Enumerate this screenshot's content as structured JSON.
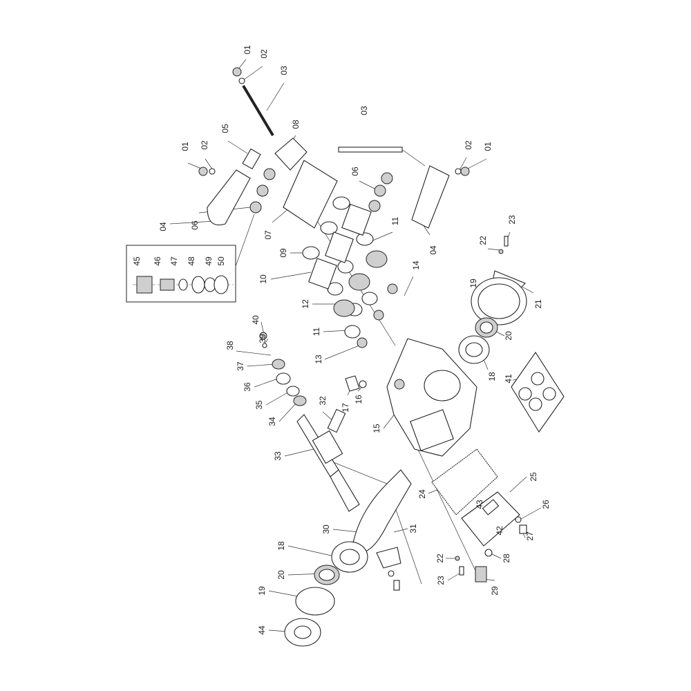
{
  "labels": [
    "01",
    "02",
    "03",
    "01",
    "02",
    "05",
    "08",
    "03",
    "02",
    "01",
    "06",
    "04",
    "06",
    "07",
    "11",
    "04",
    "09",
    "23",
    "22",
    "45",
    "46",
    "47",
    "48",
    "49",
    "50",
    "10",
    "14",
    "19",
    "21",
    "12",
    "40",
    "11",
    "39",
    "20",
    "38",
    "13",
    "37",
    "18",
    "41",
    "36",
    "16",
    "35",
    "32",
    "17",
    "34",
    "15",
    "33",
    "25",
    "24",
    "43",
    "26",
    "42",
    "30",
    "31",
    "27",
    "18",
    "22",
    "28",
    "23",
    "29",
    "20",
    "19",
    "44"
  ]
}
